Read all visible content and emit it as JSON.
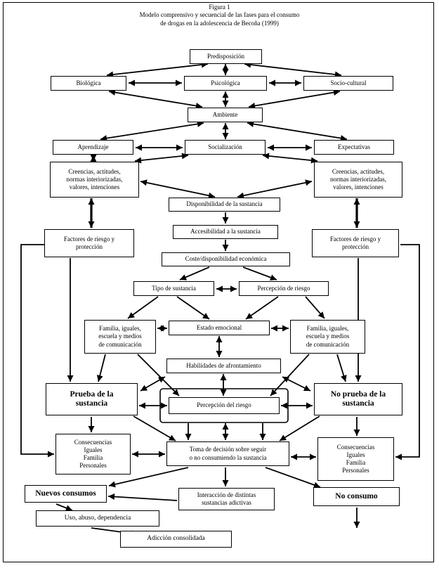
{
  "title": {
    "figure": "Figura 1",
    "line1": "Modelo comprensivo y secuencial de las fases para el consumo",
    "line2": "de drogas en la adolescencia de Becoña (1999)"
  },
  "colors": {
    "ink": "#000000",
    "paper": "#ffffff"
  },
  "nodes": {
    "predisposicion": "Predisposición",
    "biologica": "Biológica",
    "psicologica": "Psicológica",
    "sociocultural": "Socio-cultural",
    "ambiente": "Ambiente",
    "aprendizaje": "Aprendizaje",
    "socializacion": "Socialización",
    "expectativas": "Expectativas",
    "creencias_izq": "Creencias, actitudes,\nnormas interiorizadas,\nvalores, intenciones",
    "creencias_der": "Creencias, actitudes,\nnormas interiorizadas,\nvalores, intenciones",
    "disponibilidad": "Disponibilidad de la sustancia",
    "accesibilidad": "Accesibilidad a la sustancia",
    "factores_izq": "Factores de riesgo y\nprotección",
    "factores_der": "Factores de riesgo y\nprotección",
    "coste": "Coste/disponibilidad económica",
    "tipo": "Tipo de sustancia",
    "percepcion_riesgo": "Percepción de riesgo",
    "familia_izq": "Familia, iguales,\nescuela y medios\nde comunicación",
    "estado": "Estado emocional",
    "familia_der": "Familia, iguales,\nescuela y medios\nde comunicación",
    "habilidades": "Habilidades de afrontamiento",
    "prueba": "Prueba de la\nsustancia",
    "percepcion_del_riesgo": "Percepción del riesgo",
    "no_prueba": "No prueba de la\nsustancia",
    "consecuencias_izq": "Consecuencias\nIguales\nFamilia\nPersonales",
    "toma": "Toma de decisión sobre seguir\no no consumiendo la sustancia",
    "consecuencias_der": "Consecuencias\nIguales\nFamilia\nPersonales",
    "nuevos": "Nuevos consumos",
    "interaccion": "Interacción de distintas\nsustancias adictivas",
    "no_consumo": "No consumo",
    "uso": "Uso, abuso, dependencia",
    "adiccion": "Adicción consolidada"
  }
}
